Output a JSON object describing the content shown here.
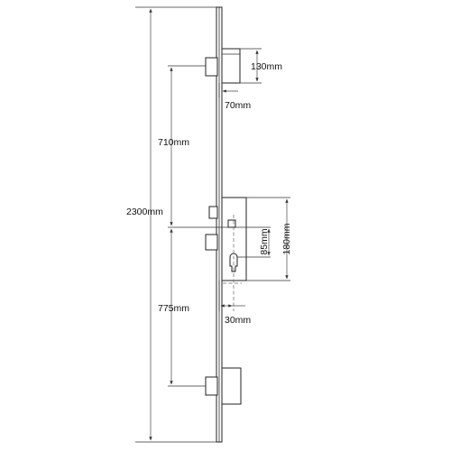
{
  "dimensions": {
    "overall_length": "2300mm",
    "upper_spacing": "710mm",
    "lower_spacing": "775mm",
    "hook_depth": "130mm",
    "backset_top": "70mm",
    "gearbox_height": "180mm",
    "centre_distance": "85mm",
    "backset_main": "30mm"
  }
}
